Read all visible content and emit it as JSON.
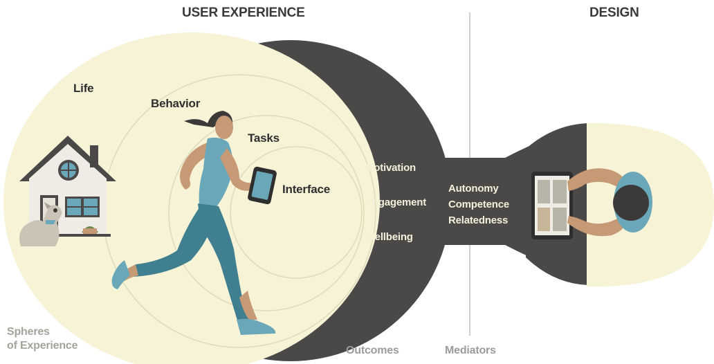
{
  "headers": {
    "user_experience": "USER EXPERIENCE",
    "design": "DESIGN"
  },
  "spheres": {
    "life": "Life",
    "behavior": "Behavior",
    "tasks": "Tasks",
    "interface": "Interface",
    "caption_line1": "Spheres",
    "caption_line2": "of Experience"
  },
  "outcomes": {
    "items": [
      "Motivation",
      "Engagement",
      "Wellbeing"
    ],
    "caption": "Outcomes"
  },
  "mediators": {
    "items": [
      "Autonomy",
      "Competence",
      "Relatedness"
    ],
    "caption": "Mediators"
  },
  "colors": {
    "cream": "#f6f3d6",
    "dark": "#4a4948",
    "ring": "#dedbbd",
    "teal": "#6aa7b8",
    "skin": "#c69a74",
    "hair": "#3b3a38"
  }
}
